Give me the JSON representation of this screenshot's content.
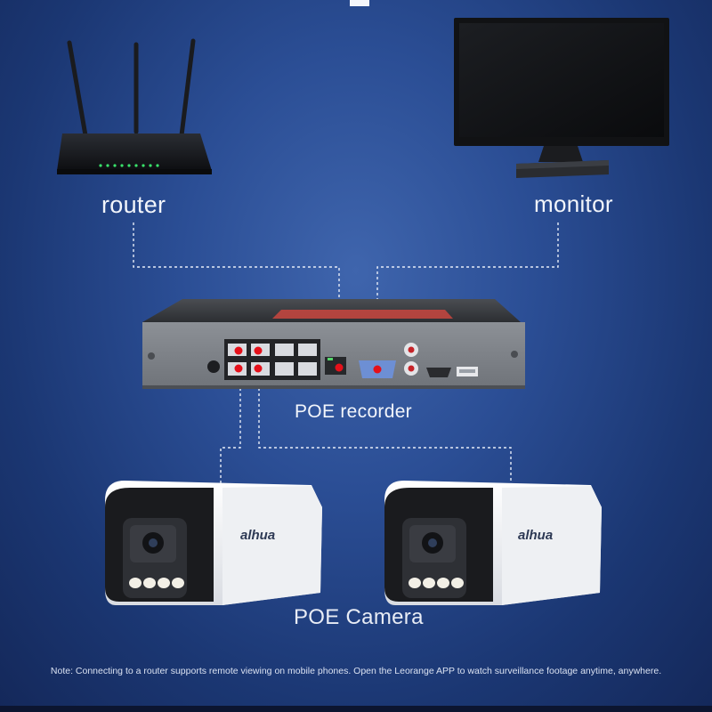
{
  "labels": {
    "router": "router",
    "monitor": "monitor",
    "recorder": "POE recorder",
    "camera": "POE Camera"
  },
  "brand": "alhua",
  "note": "Note: Connecting to a router supports remote viewing on mobile phones. Open the Leorange APP to watch surveillance footage anytime, anywhere.",
  "colors": {
    "background": "#2b4e95",
    "connector_line": "#e6ecf7",
    "port_marker": "#e5101a"
  }
}
